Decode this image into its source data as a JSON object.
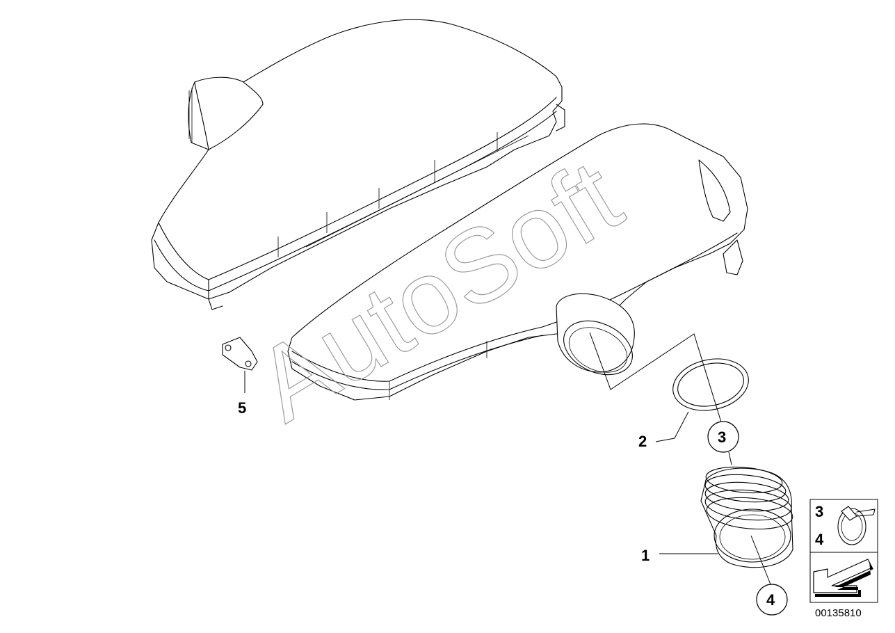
{
  "diagram": {
    "watermark": "AutoSoft",
    "document_number": "00135810",
    "parts": [
      {
        "number": "1",
        "circled": false
      },
      {
        "number": "2",
        "circled": false
      },
      {
        "number": "3",
        "circled": true
      },
      {
        "number": "4",
        "circled": true
      },
      {
        "number": "5",
        "circled": false
      }
    ],
    "legend": {
      "numbers": [
        "3",
        "4"
      ],
      "icons": [
        "hose-clamp-icon",
        "arrow-left-down-icon"
      ]
    },
    "colors": {
      "line": "#000000",
      "watermark": "#9a9a9a",
      "background": "#ffffff"
    }
  }
}
